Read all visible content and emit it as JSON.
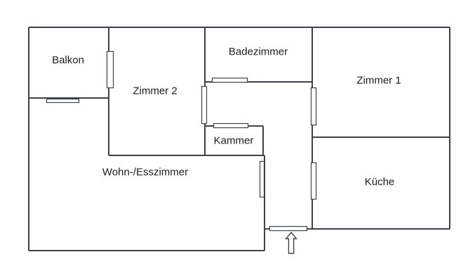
{
  "rooms": {
    "balkon": {
      "label": "Balkon"
    },
    "zimmer2": {
      "label": "Zimmer 2"
    },
    "badezimmer": {
      "label": "Badezimmer"
    },
    "zimmer1": {
      "label": "Zimmer 1"
    },
    "kammer": {
      "label": "Kammer"
    },
    "wohn_esszimmer": {
      "label": "Wohn-/Esszimmer"
    },
    "kueche": {
      "label": "Küche"
    }
  },
  "icons": {
    "entrance_arrow": "up-arrow-entrance"
  },
  "colors": {
    "background": "#ffffff",
    "wall": "#3d4248",
    "text": "#1c1c1c"
  }
}
